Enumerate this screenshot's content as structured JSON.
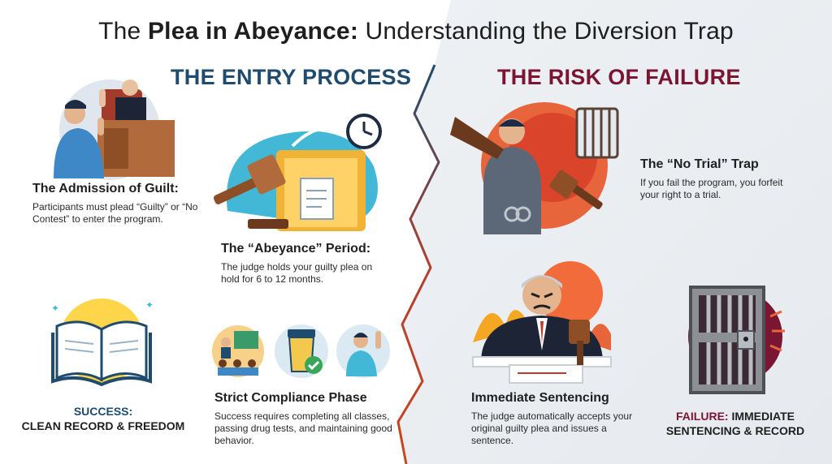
{
  "title": {
    "pre": "The ",
    "bold": "Plea in Abeyance:",
    "post": " Understanding the Diversion Trap"
  },
  "entry": {
    "heading": "THE ENTRY PROCESS",
    "admission": {
      "title": "The Admission of Guilt:",
      "text": "Participants must plead “Guilty” or “No Contest” to enter the program."
    },
    "abeyance": {
      "title": "The “Abeyance” Period:",
      "text": "The judge holds your guilty plea on hold for 6 to 12 months."
    },
    "success": {
      "line1": "SUCCESS:",
      "line2": "CLEAN RECORD & FREEDOM"
    },
    "compliance": {
      "title": "Strict Compliance Phase",
      "text": "Success requires completing all classes, passing drug tests, and maintaining good behavior."
    }
  },
  "risk": {
    "heading": "THE RISK OF FAILURE",
    "no_trial": {
      "title": "The “No Trial” Trap",
      "text": "If you fail the program, you forfeit your right to a trial."
    },
    "sentencing": {
      "title": "Immediate Sentencing",
      "text": "The judge automatically accepts your original guilty plea and issues a sentence."
    },
    "failure": {
      "prefix": "FAILURE:",
      "rest": " IMMEDIATE SENTENCING & RECORD"
    }
  },
  "colors": {
    "left_heading": "#1f4b6e",
    "right_heading": "#7a1532",
    "success_accent": "#1f4b6e",
    "failure_accent": "#7a1532"
  },
  "icons": [
    "courtroom-icon",
    "gavel-folder-clock-icon",
    "open-book-icon",
    "classroom-icon",
    "drug-test-cup-icon",
    "person-raising-hand-icon",
    "arrest-handcuffs-icon",
    "jail-cell-icon",
    "angry-judge-icon",
    "prison-door-icon"
  ]
}
